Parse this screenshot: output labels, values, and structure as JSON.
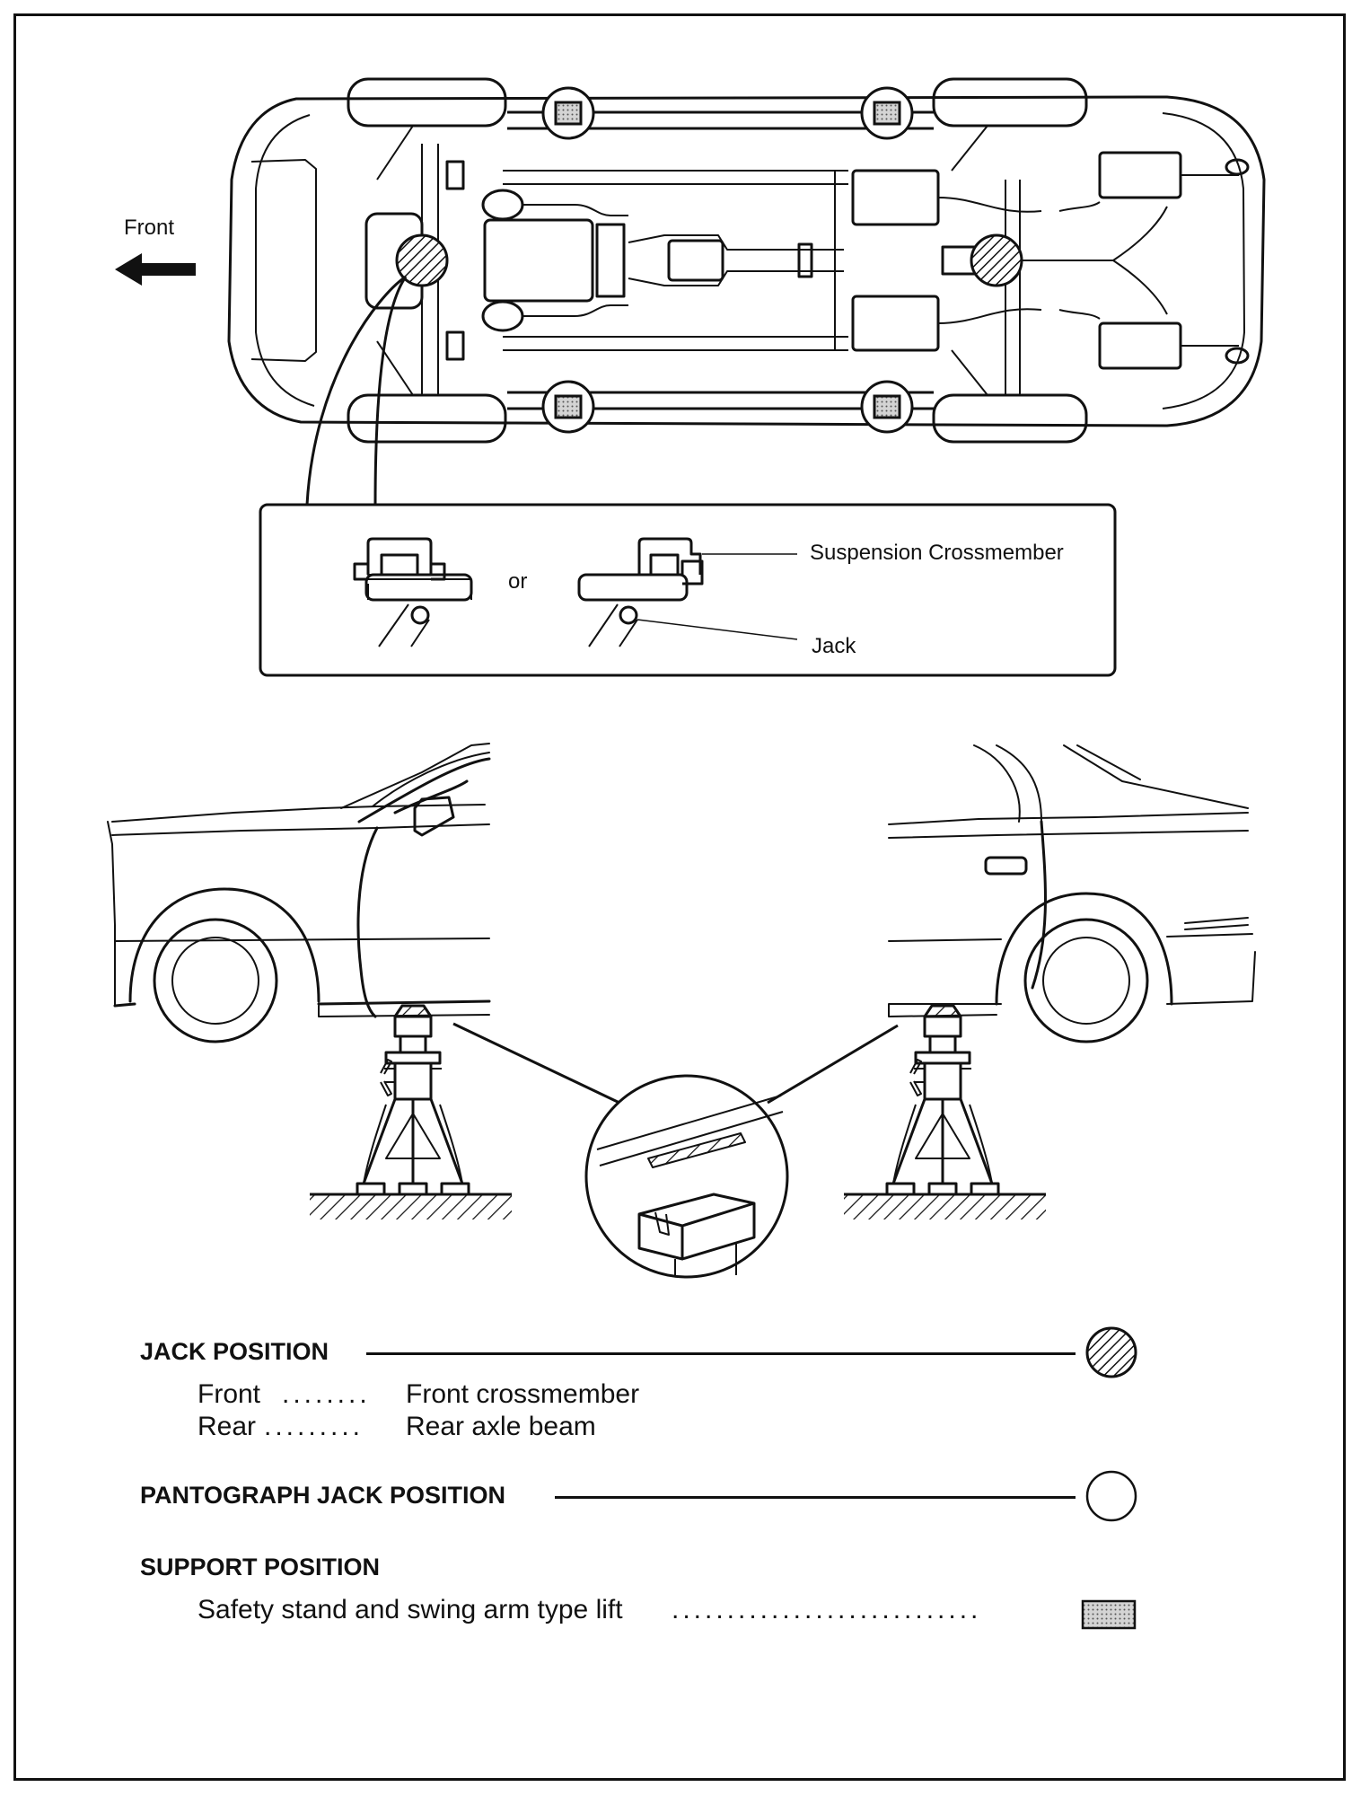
{
  "underbody": {
    "front_label": "Front"
  },
  "detail": {
    "or_label": "or",
    "crossmember_label": "Suspension Crossmember",
    "jack_label": "Jack"
  },
  "legend": {
    "jack_position": {
      "heading": "JACK POSITION",
      "front_label": "Front",
      "front_leader": "........",
      "front_value": "Front crossmember",
      "rear_label": "Rear",
      "rear_leader": ".........",
      "rear_value": "Rear axle beam",
      "symbol": "hatched-circle"
    },
    "pantograph": {
      "heading": "PANTOGRAPH JACK POSITION",
      "symbol": "open-circle"
    },
    "support": {
      "heading": "SUPPORT POSITION",
      "item": "Safety stand and swing arm type lift",
      "leader": "............................",
      "symbol": "dotted-square"
    }
  },
  "colors": {
    "line": "#111111",
    "support_fill": "#c8c8c8",
    "background": "#ffffff"
  }
}
